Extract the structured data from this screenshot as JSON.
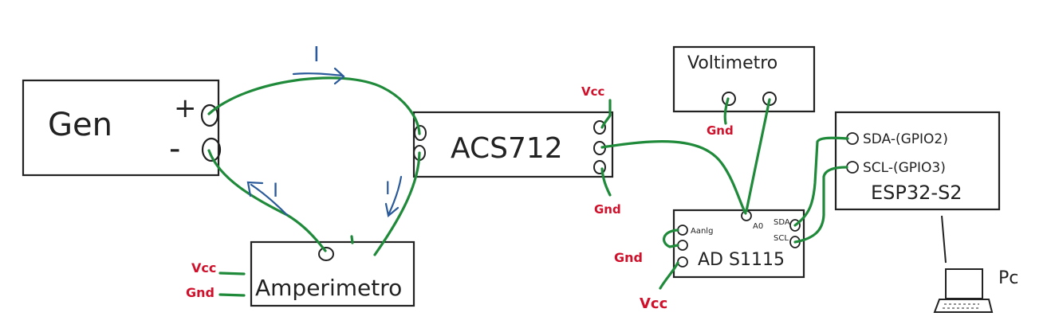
{
  "blocks": {
    "gen": {
      "label": "Gen",
      "pos_label": "+",
      "neg_label": "-"
    },
    "acs": {
      "label": "ACS712"
    },
    "amp": {
      "label": "Amperimetro"
    },
    "volt": {
      "label": "Voltimetro"
    },
    "ads": {
      "label": "AD S1115",
      "pin_anlg": "Aanlg",
      "pin_a0": "A0",
      "pin_sda": "SDA",
      "pin_scl": "SCL"
    },
    "esp": {
      "label": "ESP32-S2",
      "pin_sda": "SDA-(GPIO2)",
      "pin_scl": "SCL-(GPIO3)"
    },
    "pc": {
      "label": "Pc"
    }
  },
  "current_labels": {
    "top": "I",
    "left": "I",
    "right": "I"
  },
  "power_labels": {
    "acs_vcc": "Vcc",
    "acs_gnd": "Gnd",
    "volt_gnd": "Gnd",
    "amp_vcc": "Vcc",
    "amp_gnd": "Gnd",
    "ads_gnd": "Gnd",
    "ads_vcc": "Vcc"
  },
  "colors": {
    "wire": "#1f8a3a",
    "power": "#d0112b",
    "current": "#2a5a9a",
    "ink": "#222222"
  }
}
